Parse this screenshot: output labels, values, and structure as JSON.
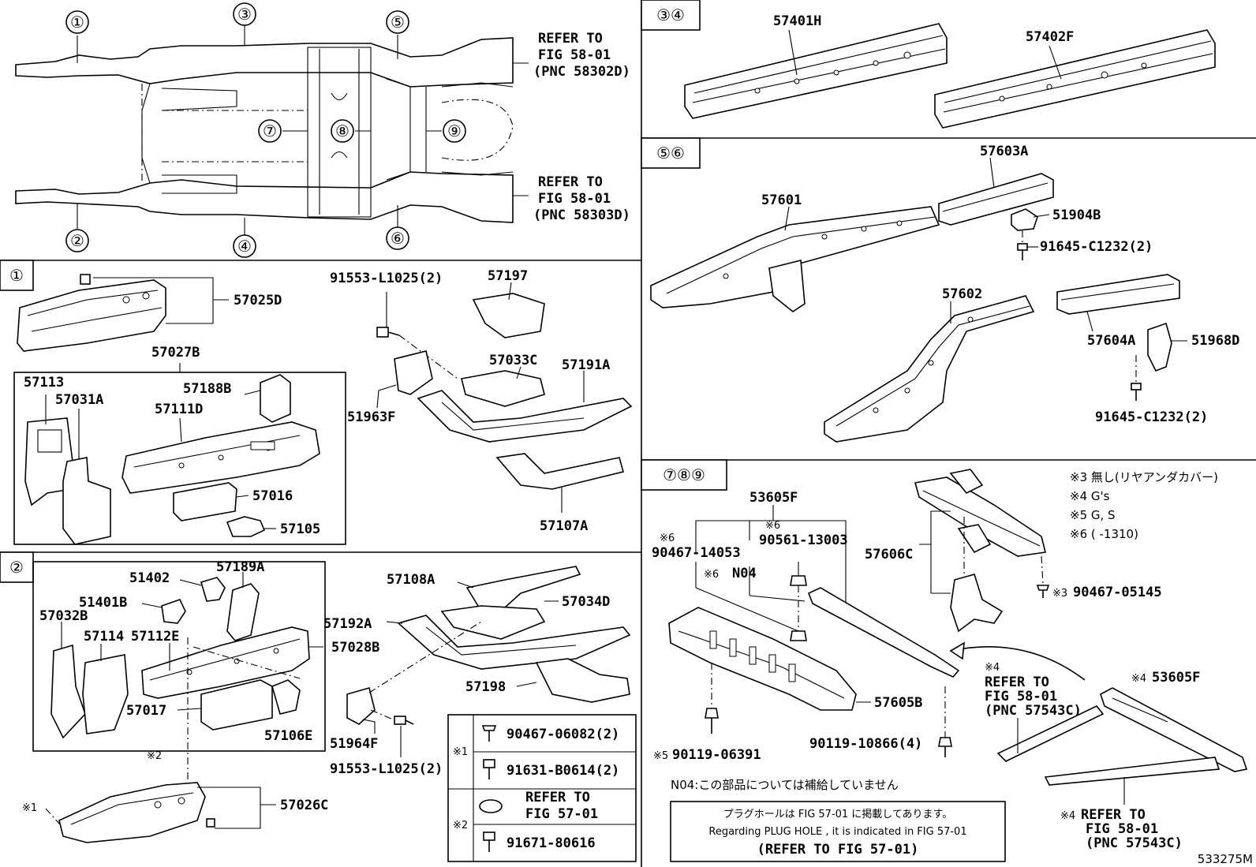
{
  "overview": {
    "circles": [
      "①",
      "②",
      "③",
      "④",
      "⑤",
      "⑥",
      "⑦",
      "⑧",
      "⑨"
    ],
    "refer_to": "REFER TO",
    "fig_5801": "FIG 58-01",
    "pnc_front": "(PNC 58302D)",
    "pnc_rear": "(PNC 58303D)"
  },
  "sections": {
    "s34": "③④",
    "s56": "⑤⑥",
    "s1": "①",
    "s2": "②",
    "s789": "⑦⑧⑨"
  },
  "parts": {
    "p57401H": "57401H",
    "p57402F": "57402F",
    "p57603A": "57603A",
    "p57601": "57601",
    "p51904B": "51904B",
    "p91645a": "91645-C1232(2)",
    "p57602": "57602",
    "p57604A": "57604A",
    "p51968D": "51968D",
    "p91645b": "91645-C1232(2)",
    "p57025D": "57025D",
    "p57027B": "57027B",
    "p57113": "57113",
    "p57031A": "57031A",
    "p57188B": "57188B",
    "p57111D": "57111D",
    "p57016": "57016",
    "p57105": "57105",
    "p91553a": "91553-L1025(2)",
    "p57197": "57197",
    "p57033C": "57033C",
    "p57191A": "57191A",
    "p51963F": "51963F",
    "p57107A": "57107A",
    "p51402": "51402",
    "p57189A": "57189A",
    "p51401B": "51401B",
    "p57032B": "57032B",
    "p57114": "57114",
    "p57112E": "57112E",
    "p57028B": "57028B",
    "p57017": "57017",
    "p57106E": "57106E",
    "p57026C": "57026C",
    "p57108A": "57108A",
    "p57034D": "57034D",
    "p57192A": "57192A",
    "p57198": "57198",
    "p51964F": "51964F",
    "p91553b": "91553-L1025(2)",
    "p53605F": "53605F",
    "p90467_14053": "90467-14053",
    "p90561": "90561-13003",
    "pN04": "N04",
    "p57606C": "57606C",
    "p90467_05145": "90467-05145",
    "p57605B": "57605B",
    "p90119_06391": "90119-06391",
    "p90119_10866": "90119-10866(4)",
    "p53605F_b": "53605F"
  },
  "marks": {
    "x1": "※1",
    "x2": "※2",
    "x3": "※3",
    "x4": "※4",
    "x5": "※5",
    "x6": "※6"
  },
  "legend": {
    "a1": "90467-06082(2)",
    "a2": "91631-B0614(2)",
    "b1_line1": "REFER TO",
    "b1_line2": "FIG 57-01",
    "b2": "91671-80616"
  },
  "notes789": {
    "n3": "※3 無し(リヤアンダカバー)",
    "n4": "※4 G's",
    "n5": "※5 G, S",
    "n6": "※6 (      -1310)",
    "refer_a1": "REFER TO",
    "refer_a2": "FIG 58-01",
    "refer_a3": "(PNC 57543C)",
    "refer_b1": "REFER TO",
    "refer_b2": "FIG 58-01",
    "refer_b3": "(PNC 57543C)"
  },
  "footer": {
    "n04_note": "N04:この部品については補給していません",
    "plug_jp": "プラグホールは FIG 57-01 に掲載してあります。",
    "plug_en": "Regarding PLUG HOLE , it is indicated in FIG 57-01",
    "plug_ref": "(REFER TO FIG 57-01)",
    "code": "533275M"
  }
}
